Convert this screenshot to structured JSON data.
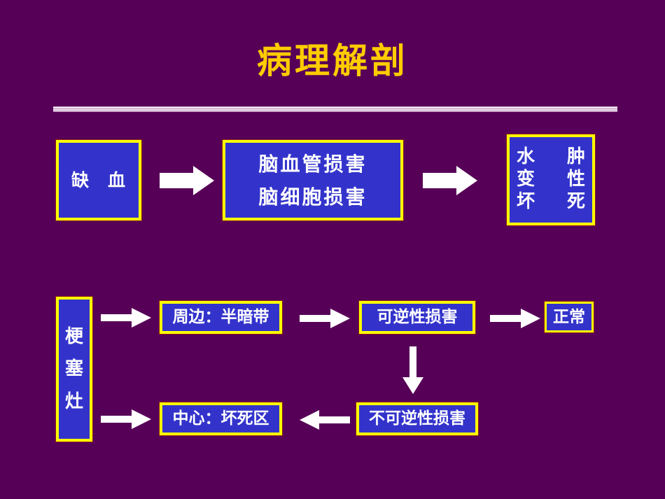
{
  "slide": {
    "title": "病理解剖",
    "background_color": "#570057",
    "title_color": "#FFCC00",
    "box_fill_color": "#3333CC",
    "box_border_color": "#FFFF00",
    "box_text_color": "#FFFFFF",
    "arrow_color": "#FFFFFF",
    "divider_color": "#F3E8F3"
  },
  "diagram": {
    "row1": {
      "ischemia_box": "缺　血",
      "damage_box": {
        "line1": "脑血管损害",
        "line2": "脑细胞损害"
      },
      "outcome_box": {
        "row1_left": "水",
        "row1_right": "肿",
        "row2_left": "变",
        "row2_right": "性",
        "row3_left": "坏",
        "row3_right": "死"
      },
      "arrow1": "arrow-right-thick",
      "arrow2": "arrow-right-thick"
    },
    "row2": {
      "infarct_box": {
        "char1": "梗",
        "char2": "塞",
        "char3": "灶"
      },
      "penumbra_box": "周边：半暗带",
      "reversible_box": "可逆性损害",
      "normal_box": "正常",
      "necrosis_box": "中心：坏死区",
      "irreversible_box": "不可逆性损害",
      "arrow_to_penumbra": "arrow-right-thin",
      "arrow_to_necrosis": "arrow-right-thin",
      "arrow_penumbra_to_reversible": "arrow-right-thin",
      "arrow_reversible_to_normal": "arrow-right-thin",
      "arrow_reversible_to_irreversible": "arrow-down-thin",
      "arrow_irreversible_to_necrosis": "arrow-left-thin"
    }
  }
}
